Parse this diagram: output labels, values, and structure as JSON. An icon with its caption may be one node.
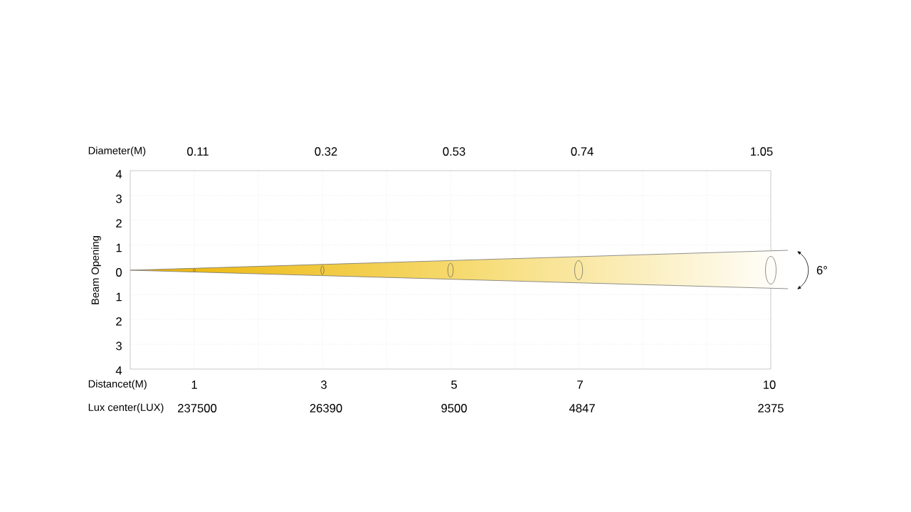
{
  "diagram": {
    "labels": [
      "Diameter(M)",
      "0.11",
      "0.32",
      "0.53",
      "0.74",
      "1.05",
      "4",
      "3",
      "2",
      "1",
      "0",
      "1",
      "2",
      "3",
      "4",
      "Beam Opening",
      "6°",
      "Distancet(M)",
      "1",
      "3",
      "5",
      "7",
      "10",
      "Lux center(LUX)",
      "237500",
      "26390",
      "9500",
      "4847",
      "2375"
    ]
  }
}
